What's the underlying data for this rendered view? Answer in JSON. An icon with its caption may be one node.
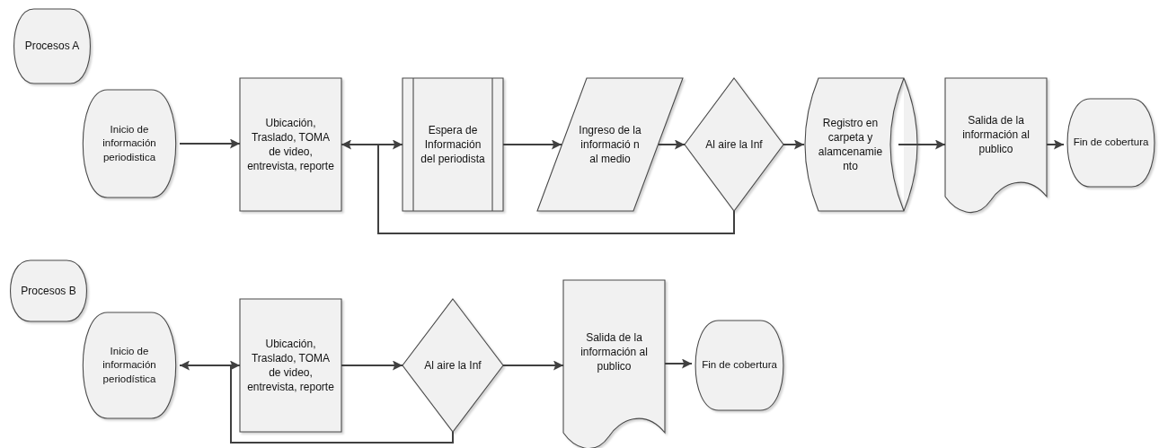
{
  "diagram": {
    "nodes": [
      {
        "text": [
          "Procesos A"
        ]
      },
      {
        "text": [
          "Inicio de información periodistica"
        ]
      },
      {
        "text": [
          "Ubicación, Traslado, TOMA de video, entrevista, reporte"
        ]
      },
      {
        "text": [
          "Espera de Información del periodista"
        ]
      },
      {
        "text": [
          "Ingreso de la informació n al medio"
        ]
      },
      {
        "text": [
          "Al aire la Inf"
        ]
      },
      {
        "text": [
          "Registro en carpeta y alamcenamie nto"
        ]
      },
      {
        "text": [
          "Salida de la información al publico"
        ]
      },
      {
        "text": [
          "Fin de cobertura"
        ]
      },
      {
        "text": [
          "Procesos B"
        ]
      },
      {
        "text": [
          "Inicio de información periodística"
        ]
      },
      {
        "text": [
          "Ubicación, Traslado, TOMA de video, entrevista, reporte"
        ]
      },
      {
        "text": [
          "Al aire la Inf"
        ]
      },
      {
        "text": [
          "Salida de la información al publico"
        ]
      },
      {
        "text": [
          "Fin de cobertura"
        ]
      }
    ],
    "edges": [
      {
        "from": 1,
        "to": 2,
        "arrow": "to"
      },
      {
        "from": 2,
        "to": 3,
        "arrow": "to"
      },
      {
        "from": 5,
        "to": 2,
        "arrow": "to"
      },
      {
        "from": 3,
        "to": 4,
        "arrow": "to"
      },
      {
        "from": 4,
        "to": 5,
        "arrow": "to"
      },
      {
        "from": 5,
        "to": 6,
        "arrow": "to"
      },
      {
        "from": 6,
        "to": 7,
        "arrow": "to"
      },
      {
        "from": 7,
        "to": 8,
        "arrow": "to"
      },
      {
        "from": 10,
        "to": 11,
        "arrow": "to"
      },
      {
        "from": 12,
        "to": 10,
        "arrow": "to"
      },
      {
        "from": 11,
        "to": 12,
        "arrow": "to"
      },
      {
        "from": 12,
        "to": 13,
        "arrow": "to"
      },
      {
        "from": 13,
        "to": 14,
        "arrow": "to"
      }
    ]
  }
}
